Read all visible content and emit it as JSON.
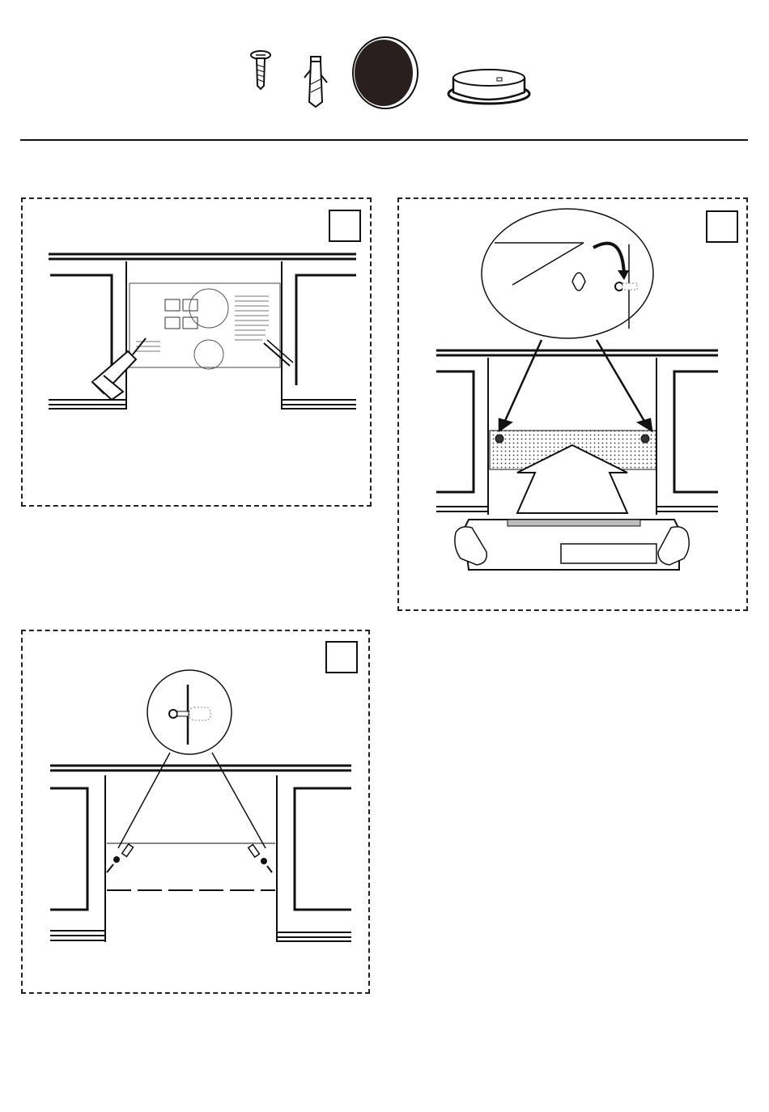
{
  "parts": [
    "screw-icon",
    "wall-plug-icon",
    "filter-disc-icon",
    "collar-ring-icon"
  ],
  "steps": [
    {
      "id": "step-a",
      "number": ""
    },
    {
      "id": "step-b",
      "number": ""
    },
    {
      "id": "step-c",
      "number": ""
    }
  ],
  "colors": {
    "ink": "#111111",
    "fill_dark": "#2a1f1f",
    "bar": "#bdbdbd"
  }
}
